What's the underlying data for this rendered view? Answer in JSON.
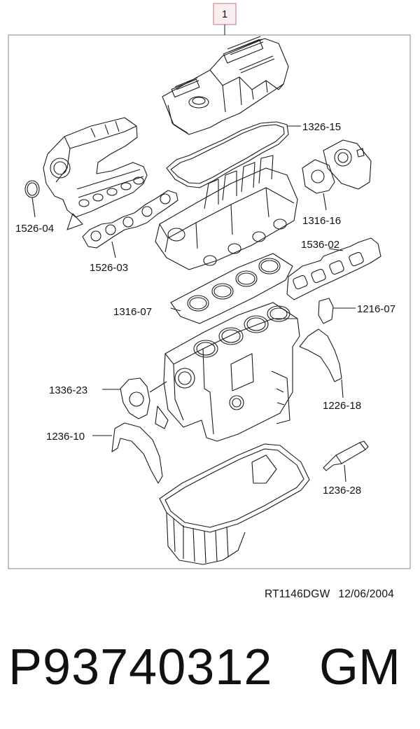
{
  "diagram": {
    "item_number": "1",
    "labels": {
      "valve_cover_gasket": "1326-15",
      "thermostat_gasket": "1316-16",
      "exhaust_manifold_gasket": "1536-02",
      "oil_pump_gasket": "1216-07",
      "rear_cover_gasket": "1226-18",
      "sealant_tube": "1236-28",
      "front_cover_gasket": "1236-10",
      "water_pump_gasket": "1336-23",
      "head_gasket": "1316-07",
      "intake_manifold_gasket": "1526-03",
      "o_ring": "1526-04"
    },
    "reference_code": "RT1146DGW",
    "date": "12/06/2004"
  },
  "product": {
    "part_number": "P93740312",
    "brand": "GM"
  },
  "colors": {
    "callout_box": "#d9a0a8",
    "frame": "#9a9a9a",
    "line": "#1a1a1a"
  }
}
